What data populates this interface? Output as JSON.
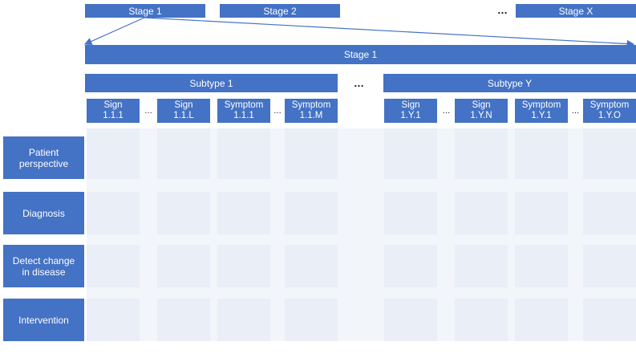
{
  "stages": {
    "items": [
      "Stage 1",
      "Stage 2",
      "Stage X"
    ],
    "ellipsis": "…"
  },
  "stage_banner": "Stage 1",
  "subtypes": {
    "items": [
      "Subtype 1",
      "Subtype Y"
    ],
    "ellipsis": "…"
  },
  "columns": [
    {
      "line1": "Sign",
      "line2": "1.1.1"
    },
    {
      "line1": "Sign",
      "line2": "1.1.L"
    },
    {
      "line1": "Symptom",
      "line2": "1.1.1"
    },
    {
      "line1": "Symptom",
      "line2": "1.1.M"
    },
    {
      "line1": "Sign",
      "line2": "1.Y.1"
    },
    {
      "line1": "Sign",
      "line2": "1.Y.N"
    },
    {
      "line1": "Symptom",
      "line2": "1.Y.1"
    },
    {
      "line1": "Symptom",
      "line2": "1.Y.O"
    }
  ],
  "column_ellipsis": "…",
  "rows": [
    "Patient perspective",
    "Diagnosis",
    "Detect change in disease",
    "Intervention"
  ],
  "colors": {
    "box": "#4472c4",
    "cell": "#e9eef7",
    "cell_alt": "#f2f5fa"
  }
}
